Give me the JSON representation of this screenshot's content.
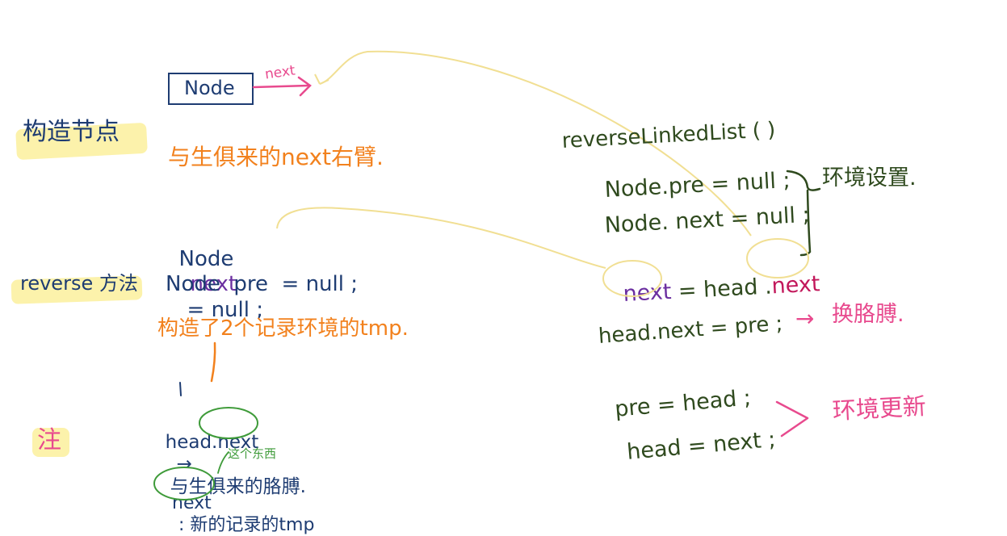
{
  "left": {
    "node_box": {
      "label": "Node",
      "arrow_label": "next"
    },
    "section_construct": "构造节点",
    "construct_note": "与生俱来的next右臂.",
    "line_next": {
      "type": "Node",
      "var": "next",
      "rest": "= null ;"
    },
    "section_reverse": "reverse 方法",
    "line_pre": "Node  pre  = null ;",
    "tmp_note": "构造了2个记录环境的tmp.",
    "section_note": "注",
    "head_next": {
      "prefix": "head.",
      "circled": "next",
      "arrow": "→",
      "desc": "与生俱来的胳膊."
    },
    "annotation": "这个东西",
    "next_line": {
      "circled": "next",
      "desc": ": 新的记录的tmp"
    }
  },
  "right": {
    "func": "reverseLinkedList ( )",
    "pre_init": "Node.pre = null ;",
    "next_init": "Node. next = null ;",
    "assign": {
      "var": "next",
      "mid": " = head .",
      "field": "next"
    },
    "setup_label": "环境设置.",
    "swap_line": "head.next = pre ;",
    "swap_arrow": "→",
    "swap_label": "换胳膊.",
    "update_pre": "pre = head ;",
    "update_head": "head = next ;",
    "update_label": "环境更新"
  },
  "colors": {
    "ink_left": "#1e3c72",
    "ink_right": "#2f4a1e",
    "orange": "#f2811d",
    "pink": "#e84a8e",
    "purple": "#6b2fa0",
    "magenta": "#c2185b",
    "green": "#3f9b3a",
    "highlight": "#fcf1a2",
    "curve": "#f1df93"
  }
}
